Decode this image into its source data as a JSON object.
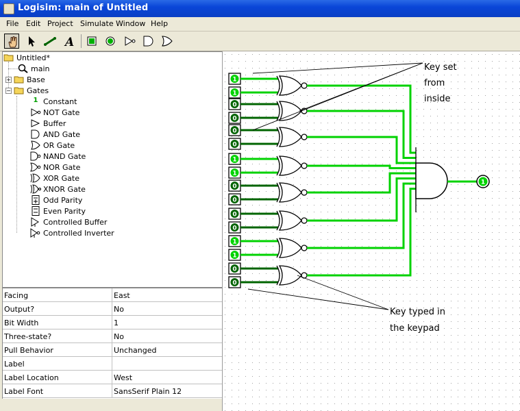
{
  "window": {
    "title": "Logisim: main of Untitled"
  },
  "menu": [
    "File",
    "Edit",
    "Project",
    "Simulate",
    "Window",
    "Help"
  ],
  "toolbar": {
    "tools": [
      "poke-tool",
      "select-tool",
      "wiring-tool",
      "text-tool",
      "input-pin-tool",
      "output-pin-tool",
      "not-gate-tool",
      "and-gate-tool",
      "or-gate-tool"
    ]
  },
  "tree": {
    "project": "Untitled*",
    "circuit": "main",
    "libraries": [
      "Base",
      "Gates"
    ],
    "gates": [
      "Constant",
      "NOT Gate",
      "Buffer",
      "AND Gate",
      "OR Gate",
      "NAND Gate",
      "NOR Gate",
      "XOR Gate",
      "XNOR Gate",
      "Odd Parity",
      "Even Parity",
      "Controlled Buffer",
      "Controlled Inverter"
    ],
    "constant_icon_label": "1"
  },
  "attributes": [
    {
      "key": "Facing",
      "value": "East"
    },
    {
      "key": "Output?",
      "value": "No"
    },
    {
      "key": "Bit Width",
      "value": "1"
    },
    {
      "key": "Three-state?",
      "value": "No"
    },
    {
      "key": "Pull Behavior",
      "value": "Unchanged"
    },
    {
      "key": "Label",
      "value": ""
    },
    {
      "key": "Label Location",
      "value": "West"
    },
    {
      "key": "Label Font",
      "value": "SansSerif Plain 12"
    }
  ],
  "canvas": {
    "annotation_top": [
      "Key set",
      "from",
      "inside"
    ],
    "annotation_bottom": [
      "Key typed in",
      "the keypad"
    ],
    "pin_values": [
      "1",
      "1",
      "0",
      "0",
      "0",
      "0",
      "1",
      "1",
      "0",
      "0",
      "0",
      "0",
      "1",
      "1",
      "0",
      "0"
    ],
    "output_value": "1",
    "colors": {
      "wire_on": "#00d200",
      "wire_off": "#006400",
      "grid": "#c8c8c8"
    }
  }
}
